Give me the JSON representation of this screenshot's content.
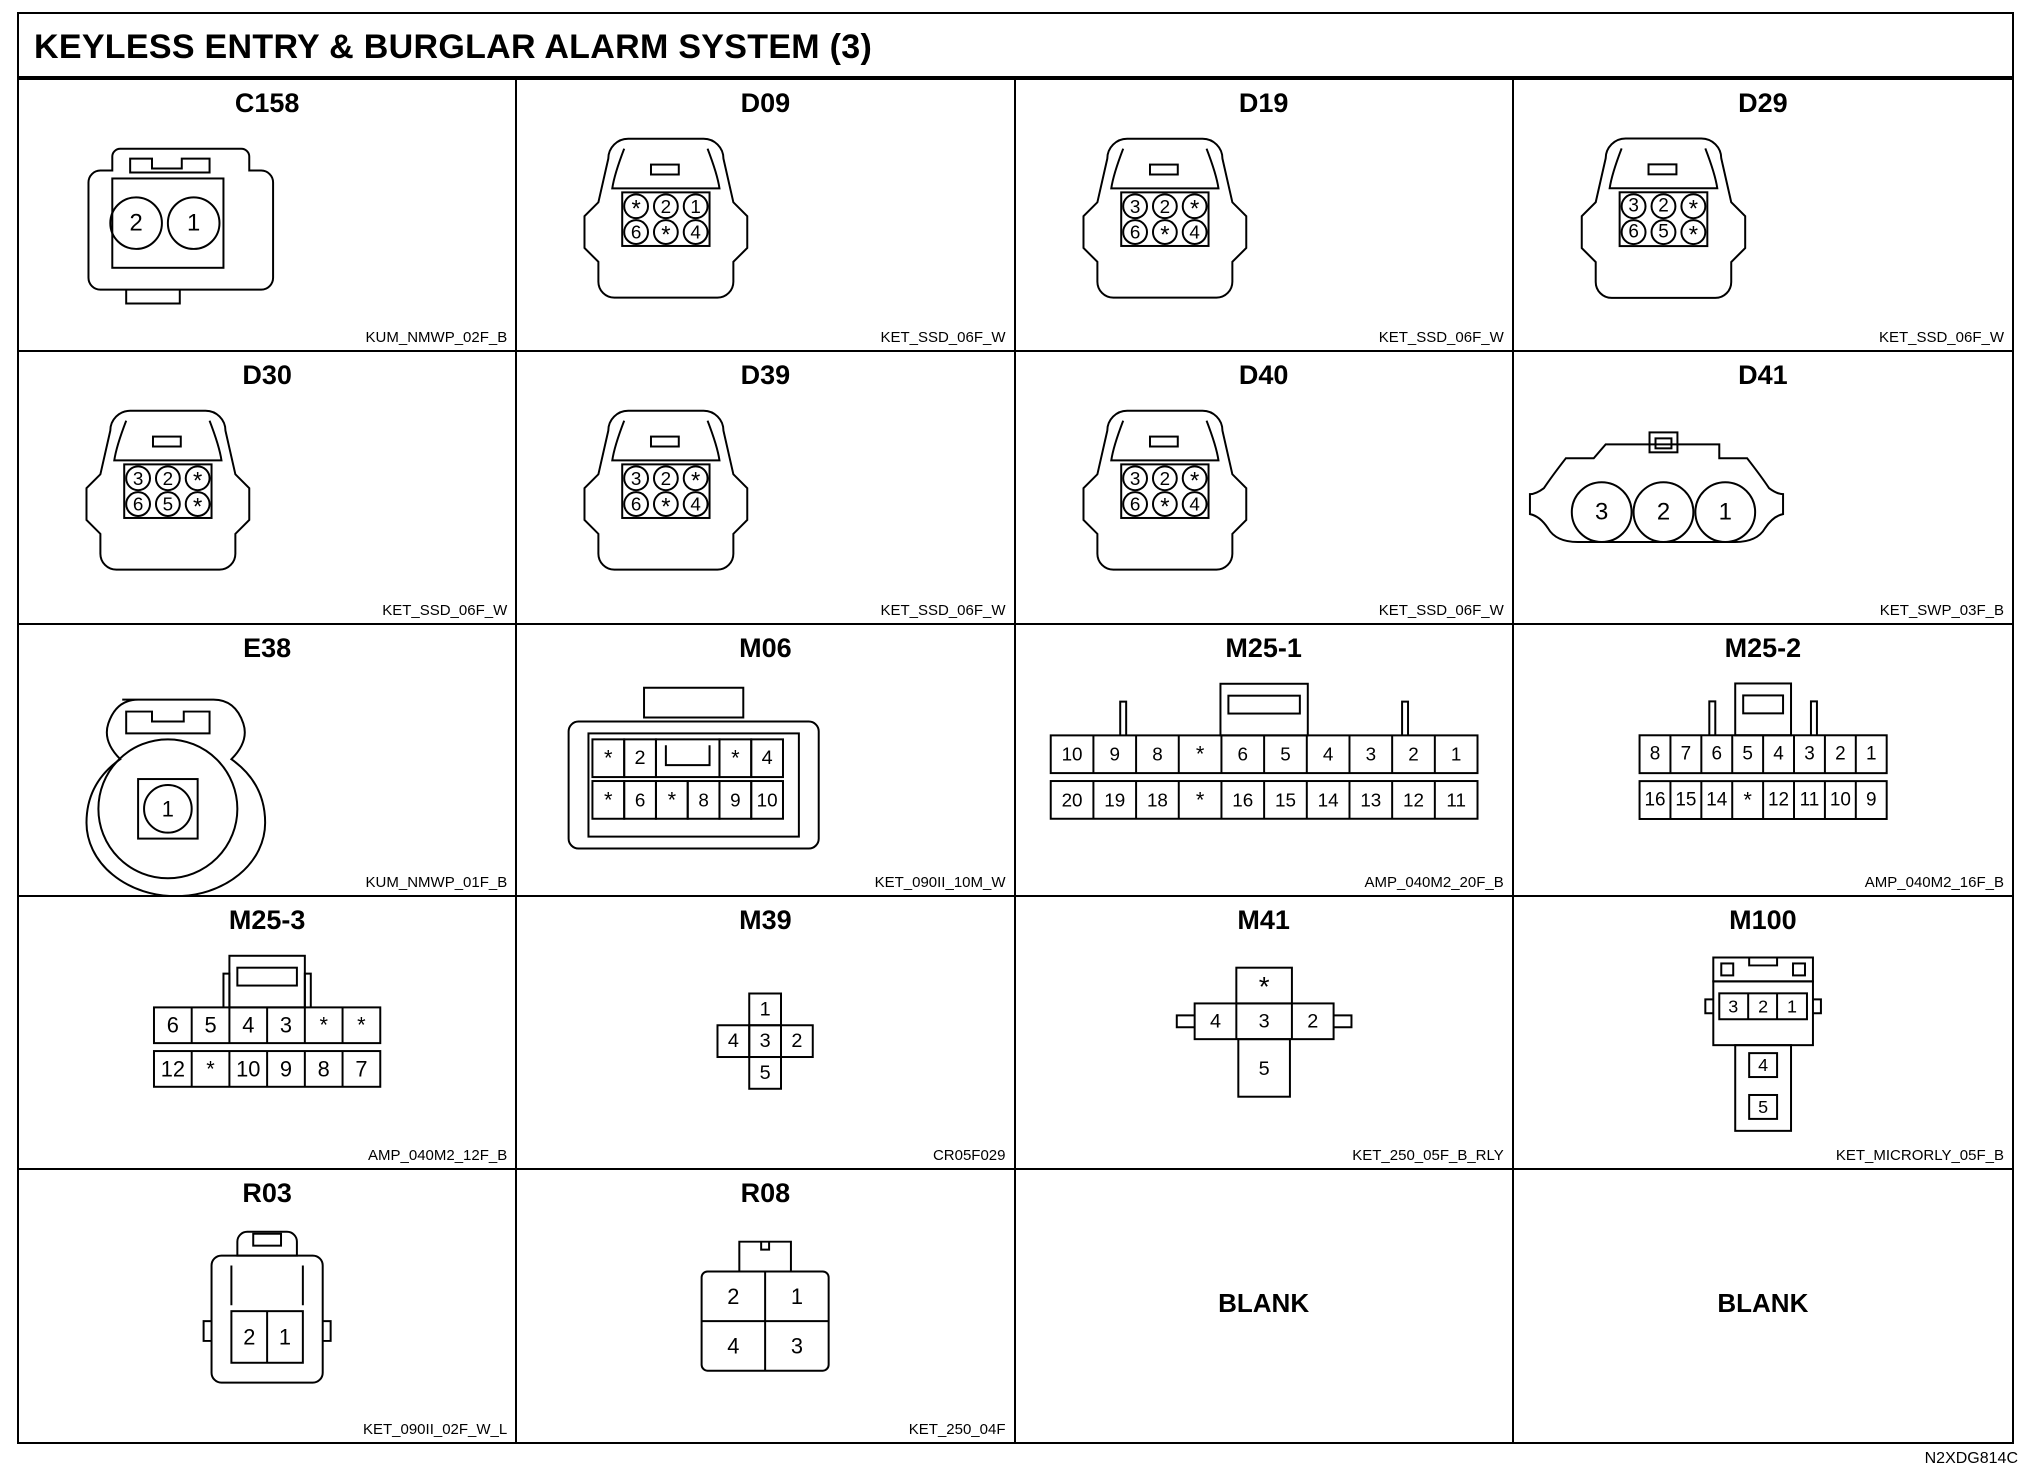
{
  "title": "KEYLESS ENTRY & BURGLAR ALARM SYSTEM (3)",
  "diagram_code": "N2XDG814C",
  "connectors": [
    {
      "name": "C158",
      "type": "KUM_NMWP_02F_B",
      "style": "kum2",
      "pins": [
        "2",
        "1"
      ]
    },
    {
      "name": "D09",
      "type": "KET_SSD_06F_W",
      "style": "ssd",
      "pins": [
        "*",
        "2",
        "1",
        "6",
        "*",
        "4"
      ]
    },
    {
      "name": "D19",
      "type": "KET_SSD_06F_W",
      "style": "ssd",
      "pins": [
        "3",
        "2",
        "*",
        "6",
        "*",
        "4"
      ]
    },
    {
      "name": "D29",
      "type": "KET_SSD_06F_W",
      "style": "ssd",
      "pins": [
        "3",
        "2",
        "*",
        "6",
        "5",
        "*"
      ]
    },
    {
      "name": "D30",
      "type": "KET_SSD_06F_W",
      "style": "ssd",
      "pins": [
        "3",
        "2",
        "*",
        "6",
        "5",
        "*"
      ]
    },
    {
      "name": "D39",
      "type": "KET_SSD_06F_W",
      "style": "ssd",
      "pins": [
        "3",
        "2",
        "*",
        "6",
        "*",
        "4"
      ]
    },
    {
      "name": "D40",
      "type": "KET_SSD_06F_W",
      "style": "ssd",
      "pins": [
        "3",
        "2",
        "*",
        "6",
        "*",
        "4"
      ]
    },
    {
      "name": "D41",
      "type": "KET_SWP_03F_B",
      "style": "swp3",
      "pins": [
        "3",
        "2",
        "1"
      ]
    },
    {
      "name": "E38",
      "type": "KUM_NMWP_01F_B",
      "style": "kum1",
      "pins": [
        "1"
      ]
    },
    {
      "name": "M06",
      "type": "KET_090II_10M_W",
      "style": "m06",
      "pins": [
        "*",
        "2",
        "*",
        "4",
        "*",
        "6",
        "*",
        "8",
        "9",
        "10"
      ]
    },
    {
      "name": "M25-1",
      "type": "AMP_040M2_20F_B",
      "style": "amp",
      "pins_top": [
        "10",
        "9",
        "8",
        "*",
        "6",
        "5",
        "4",
        "3",
        "2",
        "1"
      ],
      "pins_bottom": [
        "20",
        "19",
        "18",
        "*",
        "16",
        "15",
        "14",
        "13",
        "12",
        "11"
      ]
    },
    {
      "name": "M25-2",
      "type": "AMP_040M2_16F_B",
      "style": "amp",
      "pins_top": [
        "8",
        "7",
        "6",
        "5",
        "4",
        "3",
        "2",
        "1"
      ],
      "pins_bottom": [
        "16",
        "15",
        "14",
        "*",
        "12",
        "11",
        "10",
        "9"
      ]
    },
    {
      "name": "M25-3",
      "type": "AMP_040M2_12F_B",
      "style": "amp",
      "pins_top": [
        "6",
        "5",
        "4",
        "3",
        "*",
        "*"
      ],
      "pins_bottom": [
        "12",
        "*",
        "10",
        "9",
        "8",
        "7"
      ]
    },
    {
      "name": "M39",
      "type": "CR05F029",
      "style": "cross",
      "pins": [
        "1",
        "4",
        "3",
        "2",
        "5"
      ]
    },
    {
      "name": "M41",
      "type": "KET_250_05F_B_RLY",
      "style": "relay",
      "pins": [
        "*",
        "4",
        "3",
        "2",
        "5"
      ]
    },
    {
      "name": "M100",
      "type": "KET_MICRORLY_05F_B",
      "style": "micro",
      "pins": [
        "3",
        "2",
        "1",
        "4",
        "5"
      ]
    },
    {
      "name": "R03",
      "type": "KET_090II_02F_W_L",
      "style": "r03",
      "pins": [
        "2",
        "1"
      ]
    },
    {
      "name": "R08",
      "type": "KET_250_04F",
      "style": "r08",
      "pins": [
        "2",
        "1",
        "4",
        "3"
      ]
    },
    {
      "name": "",
      "type": "",
      "style": "blank",
      "label": "BLANK"
    },
    {
      "name": "",
      "type": "",
      "style": "blank",
      "label": "BLANK"
    }
  ]
}
